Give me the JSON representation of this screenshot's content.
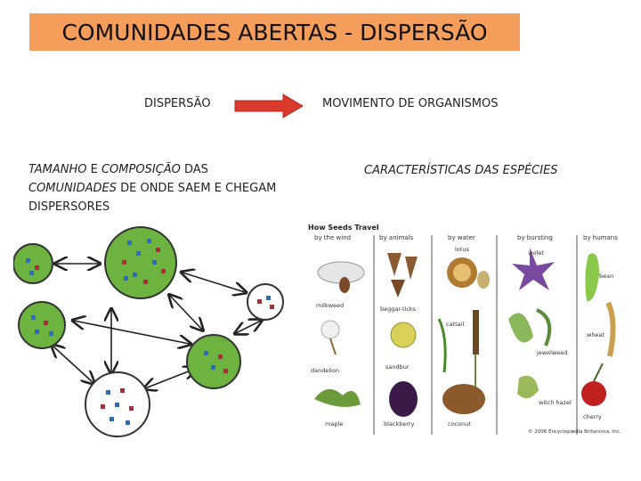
{
  "title": "COMUNIDADES ABERTAS - DISPERSÃO",
  "left_term": "DISPERSÃO",
  "right_term": "MOVIMENTO DE ORGANISMOS",
  "left_caption": {
    "part1": "TAMANHO",
    "part2": " E ",
    "part3": "COMPOSIÇÃO",
    "part4": " DAS",
    "part5": "COMUNIDADES",
    "part6": " DE ONDE SAEM E CHEGAM",
    "part7": "DISPERSORES"
  },
  "right_caption": "CARACTERÍSTICAS DAS ESPÉCIES",
  "colors": {
    "title_bg": "#f59d5a",
    "arrow": "#d93a2c",
    "patch": "#6db33f",
    "dot_blue": "#2c6db5",
    "dot_red": "#a3303a"
  },
  "seed_figure": {
    "heading": "How Seeds Travel",
    "columns": [
      "by the wind",
      "by animals",
      "by water",
      "by bursting",
      "by humans"
    ],
    "labels": [
      "milkweed",
      "beggar-ticks",
      "lotus",
      "violet",
      "bean",
      "dandelion",
      "sandbur",
      "cattail",
      "jewelweed",
      "wheat",
      "maple",
      "blackberry",
      "coconut",
      "witch hazel",
      "cherry"
    ],
    "credit": "© 2006 Encyclopædia Britannica, Inc."
  }
}
